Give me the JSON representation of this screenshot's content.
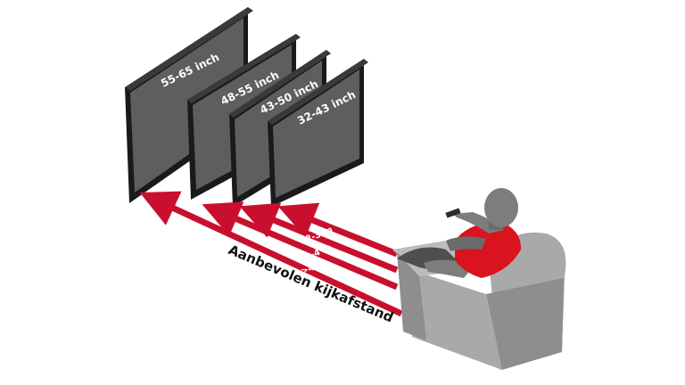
{
  "tvs": [
    {
      "label": "55-65 inch"
    },
    {
      "label": "48-55 inch"
    },
    {
      "label": "43-50 inch"
    },
    {
      "label": "32-43 inch"
    }
  ],
  "distances": [
    {
      "label": "<2 m"
    },
    {
      "label": "2-3 m"
    },
    {
      "label": "3-4 m"
    },
    {
      "label": ">4 m"
    }
  ],
  "caption": "Aanbevolen kijkafstand",
  "colors": {
    "arrow": "#c8102e",
    "screen": "#5e5e5e",
    "bezel": "#1a1a1a",
    "chair": "#a9a9a9",
    "chair_dark": "#8e8e8e",
    "person_grey": "#7d7d7d",
    "shirt": "#d9141e"
  }
}
